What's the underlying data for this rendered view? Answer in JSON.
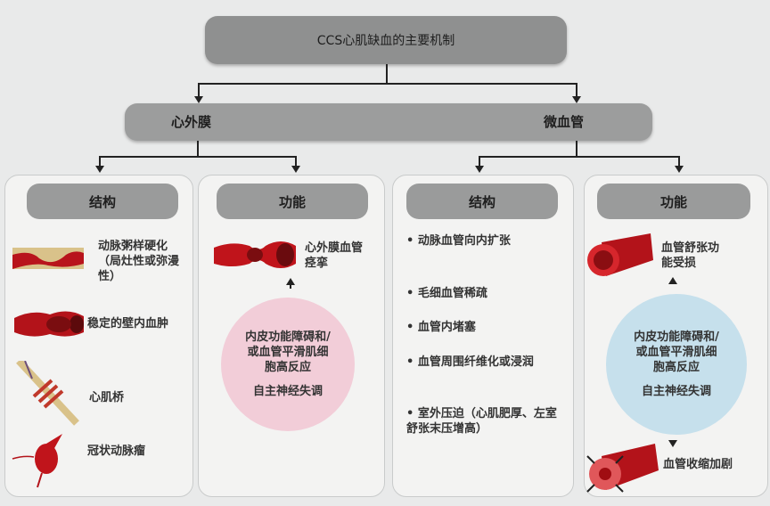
{
  "title": "CCS心肌缺血的主要机制",
  "level2": {
    "left": "心外膜",
    "right": "微血管"
  },
  "epicardial": {
    "structure": {
      "header": "结构",
      "items": [
        "动脉粥样硬化（局灶性或弥漫性）",
        "稳定的壁内血肿",
        "心肌桥",
        "冠状动脉瘤"
      ]
    },
    "function": {
      "header": "功能",
      "spasm": "心外膜血管痉挛",
      "circle": {
        "mechanism": "内皮功能障碍和/或血管平滑肌细胞高反应",
        "autonomic": "自主神经失调"
      }
    }
  },
  "microvascular": {
    "structure": {
      "header": "结构",
      "items": [
        "动脉血管向内扩张",
        "毛细血管稀疏",
        "血管内堵塞",
        "血管周围纤维化或浸润",
        "室外压迫（心肌肥厚、左室舒张末压增高）"
      ]
    },
    "function": {
      "header": "功能",
      "top": "血管舒张功能受损",
      "bottom": "血管收缩加剧",
      "circle": {
        "mechanism": "内皮功能障碍和/或血管平滑肌细胞高反应",
        "autonomic": "自主神经失调"
      }
    }
  },
  "colors": {
    "pink": "#f2cdd8",
    "blue": "#c6e0ec",
    "vessel": "#c0141b"
  }
}
